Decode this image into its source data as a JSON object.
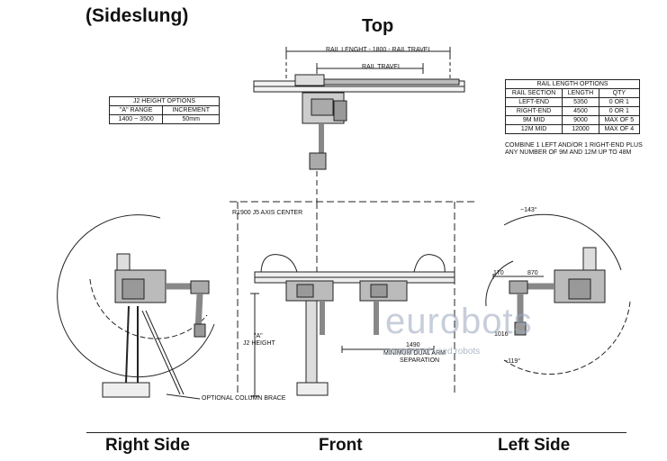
{
  "titles": {
    "sideslung": "(Sideslung)",
    "top": "Top",
    "right_side": "Right Side",
    "front": "Front",
    "left_side": "Left Side"
  },
  "labels": {
    "rail_lenght": "RAIL LENGHT - 1800 - RAIL TRAVEL",
    "rail_travel": "RAIL TRAVEL",
    "r1900": "R1900 J5 AXIS CENTER",
    "a_quote": "\"A\"",
    "j2_height": "J2 HEIGHT",
    "separation_value": "1490",
    "min_dual_arm": "MINIMUM DUAL ARM",
    "separation": "SEPARATION",
    "optional_brace": "OPTIONAL COLUMN BRACE",
    "angle_143": "~143°",
    "angle_119": "~119°",
    "dim_170": "170",
    "dim_870": "870",
    "dim_1016": "1016"
  },
  "j2_table": {
    "title": "J2 HEIGHT OPTIONS",
    "headers": [
      "\"A\" RANGE",
      "INCREMENT"
    ],
    "row": [
      "1400 ~ 3500",
      "50mm"
    ]
  },
  "rail_table": {
    "title": "RAIL LENGTH OPTIONS",
    "headers": [
      "RAIL SECTION",
      "LENGTH",
      "QTY"
    ],
    "rows": [
      [
        "LEFT-END",
        "5350",
        "0 OR 1"
      ],
      [
        "RIGHT-END",
        "4500",
        "0 OR 1"
      ],
      [
        "9M MID",
        "9000",
        "MAX OF 5"
      ],
      [
        "12M MID",
        "12000",
        "MAX OF 4"
      ]
    ],
    "note_line1": "COMBINE 1 LEFT AND/OR 1 RIGHT-END PLUS",
    "note_line2": "ANY NUMBER OF 9M AND 12M UP TO 48M"
  },
  "watermark": {
    "main": "eurobots",
    "sub": "supplier of used robots"
  }
}
